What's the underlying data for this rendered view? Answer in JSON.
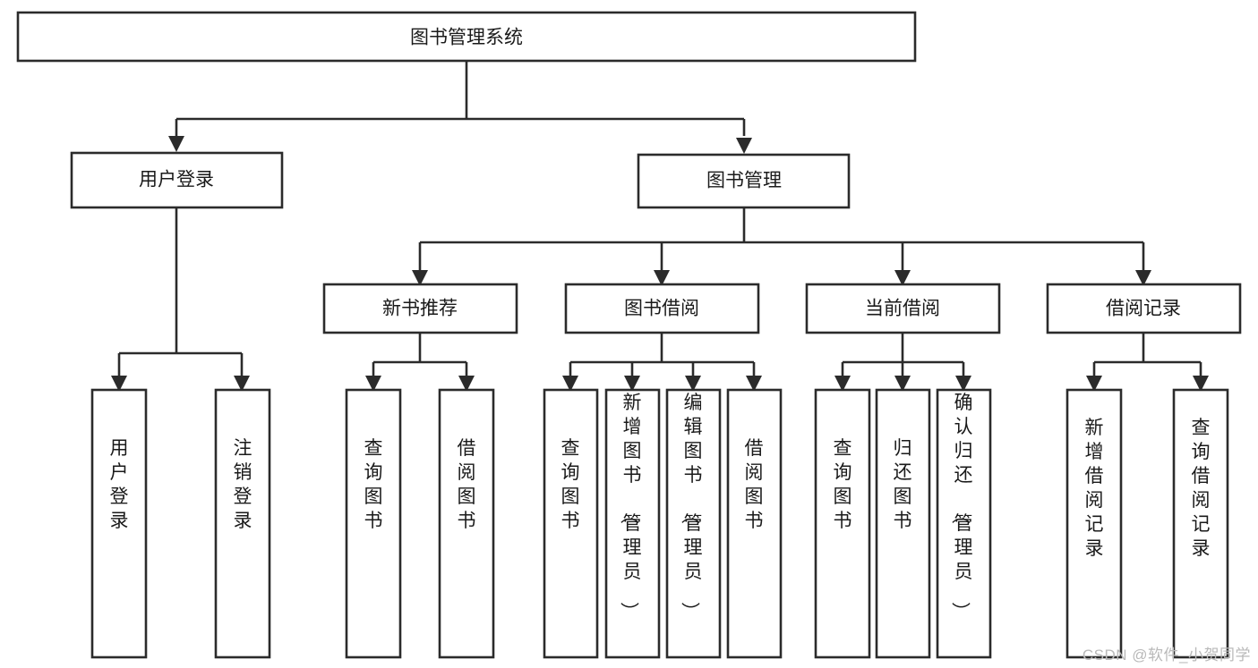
{
  "diagram": {
    "type": "tree-hierarchy",
    "title": "图书管理系统",
    "watermark": "CSDN @软件_小贺同学",
    "colors": {
      "box_stroke": "#2b2b2b",
      "box_fill": "#ffffff",
      "connector": "#2b2b2b",
      "text": "#1a1a1a",
      "background": "#ffffff",
      "watermark": "#b9b9b9"
    },
    "levels": {
      "root": {
        "label": "图书管理系统"
      },
      "level2": [
        {
          "id": "user-login",
          "label": "用户登录"
        },
        {
          "id": "book-manage",
          "label": "图书管理"
        }
      ],
      "level3": [
        {
          "id": "new-book-recommend",
          "label": "新书推荐",
          "parent": "book-manage"
        },
        {
          "id": "book-borrow",
          "label": "图书借阅",
          "parent": "book-manage"
        },
        {
          "id": "current-borrow",
          "label": "当前借阅",
          "parent": "book-manage"
        },
        {
          "id": "borrow-record",
          "label": "借阅记录",
          "parent": "book-manage"
        }
      ],
      "leaves": [
        {
          "id": "leaf-user-login",
          "label": "用户登录",
          "parent": "user-login"
        },
        {
          "id": "leaf-user-logout",
          "label": "注销登录",
          "parent": "user-login"
        },
        {
          "id": "leaf-query-book-1",
          "label": "查询图书",
          "parent": "new-book-recommend"
        },
        {
          "id": "leaf-borrow-book-1",
          "label": "借阅图书",
          "parent": "new-book-recommend"
        },
        {
          "id": "leaf-query-book-2",
          "label": "查询图书",
          "parent": "book-borrow"
        },
        {
          "id": "leaf-add-book",
          "label": "新增图书（管理员）",
          "parent": "book-borrow"
        },
        {
          "id": "leaf-edit-book",
          "label": "编辑图书（管理员）",
          "parent": "book-borrow"
        },
        {
          "id": "leaf-borrow-book-2",
          "label": "借阅图书",
          "parent": "book-borrow"
        },
        {
          "id": "leaf-query-book-3",
          "label": "查询图书",
          "parent": "current-borrow"
        },
        {
          "id": "leaf-return-book",
          "label": "归还图书",
          "parent": "current-borrow"
        },
        {
          "id": "leaf-confirm-return",
          "label": "确认归还（管理员）",
          "parent": "current-borrow"
        },
        {
          "id": "leaf-add-record",
          "label": "新增借阅记录",
          "parent": "borrow-record"
        },
        {
          "id": "leaf-query-record",
          "label": "查询借阅记录",
          "parent": "borrow-record"
        }
      ]
    }
  }
}
